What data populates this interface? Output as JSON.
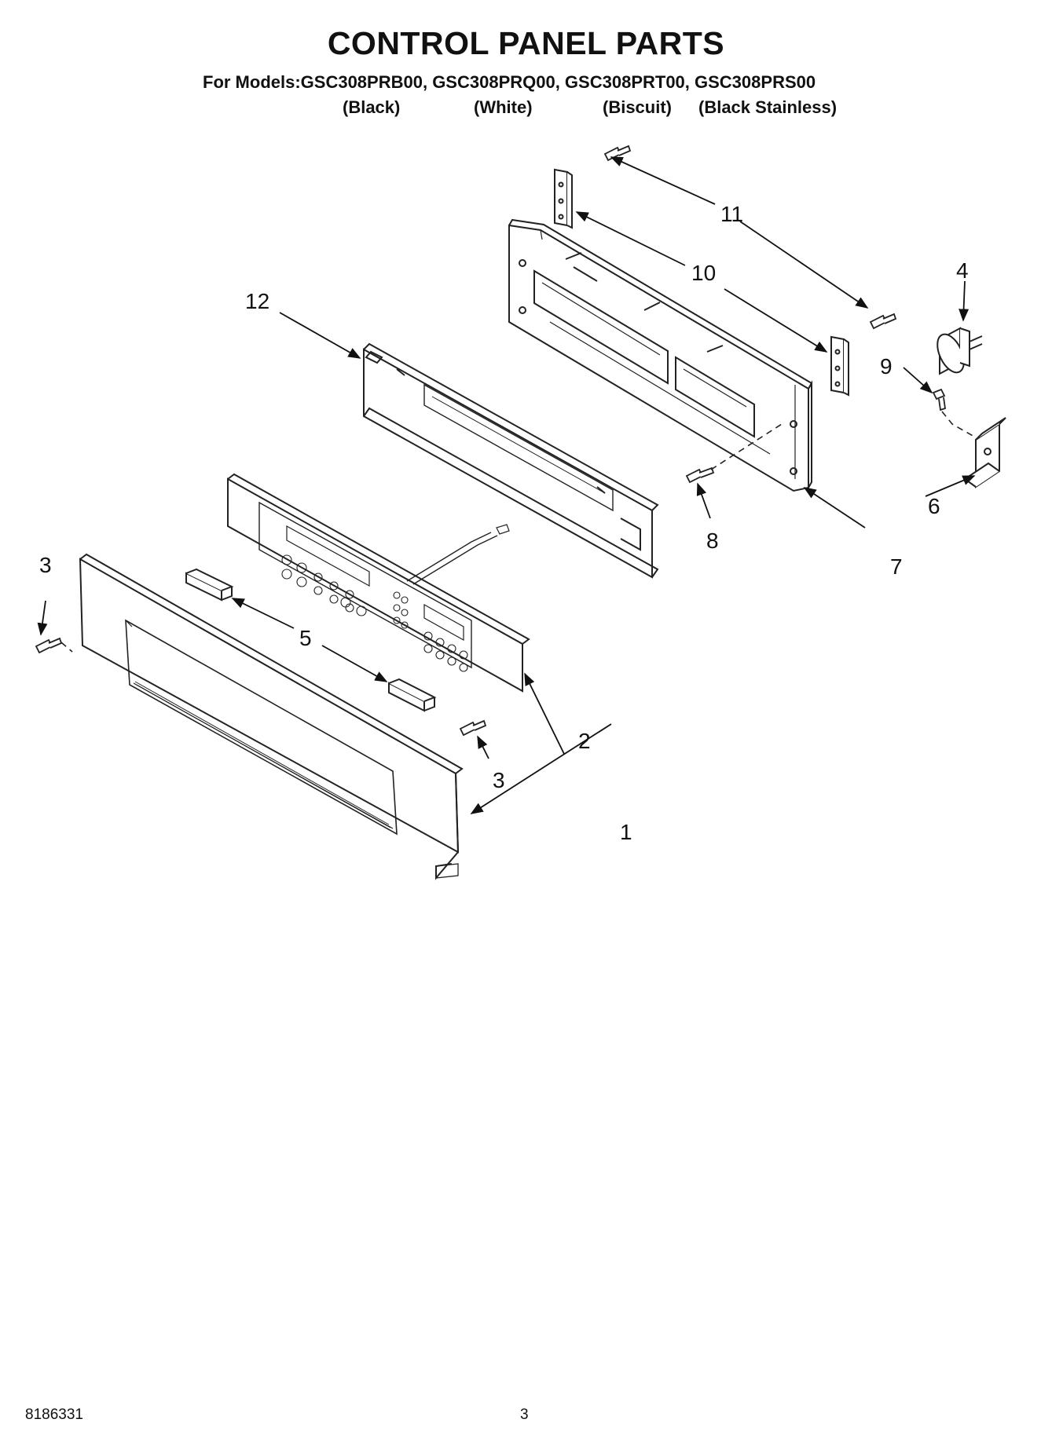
{
  "header": {
    "title": "CONTROL PANEL PARTS",
    "models_line": "For Models:GSC308PRB00, GSC308PRQ00, GSC308PRT00, GSC308PRS00",
    "colors": [
      "(Black)",
      "(White)",
      "(Biscuit)",
      "(Black Stainless)"
    ]
  },
  "callouts": {
    "c1": "1",
    "c2": "2",
    "c3a": "3",
    "c3b": "3",
    "c4": "4",
    "c5": "5",
    "c6": "6",
    "c7": "7",
    "c8": "8",
    "c9": "9",
    "c10": "10",
    "c11": "11",
    "c12": "12"
  },
  "footer": {
    "doc_number": "8186331",
    "page_number": "3"
  }
}
